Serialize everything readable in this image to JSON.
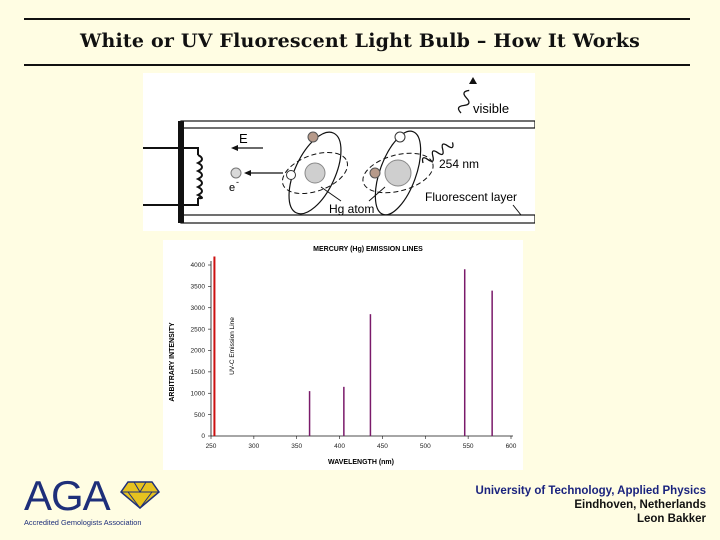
{
  "title": "White or UV Fluorescent Light Bulb – How It Works",
  "diagram": {
    "label_visible": "visible",
    "label_E": "E",
    "label_electron": "e",
    "label_electron_sup": "-",
    "label_wavelength": "254 nm",
    "label_layer": "Fluorescent layer",
    "label_atom": "Hg atom"
  },
  "chart_data": {
    "type": "bar",
    "title": "MERCURY (Hg) EMISSION LINES",
    "xlabel": "WAVELENGTH (nm)",
    "ylabel": "ARBITRARY INTENSITY",
    "annotation": "UV-C Emission Line",
    "xlim": [
      250,
      600
    ],
    "ylim": [
      0,
      4000
    ],
    "xticks": [
      "250",
      "300",
      "350",
      "400",
      "450",
      "500",
      "550",
      "600"
    ],
    "yticks": [
      "0",
      "500",
      "1000",
      "1500",
      "2000",
      "2500",
      "3000",
      "3500",
      "4000"
    ],
    "lines": [
      {
        "x": 254,
        "y": 4200,
        "color": "#cc1111"
      },
      {
        "x": 365,
        "y": 1050,
        "color": "#7a1a6a"
      },
      {
        "x": 405,
        "y": 1150,
        "color": "#7a1a6a"
      },
      {
        "x": 436,
        "y": 2850,
        "color": "#7a1a6a"
      },
      {
        "x": 546,
        "y": 3900,
        "color": "#7a1a6a"
      },
      {
        "x": 578,
        "y": 3400,
        "color": "#7a1a6a"
      }
    ],
    "grid": false
  },
  "logo": {
    "letters": "AGA",
    "caption": "Accredited Gemologists Association",
    "text_color": "#1e2f7a",
    "gem_color": "#e6c21f"
  },
  "credits": {
    "line1": "University of Technology, Applied Physics",
    "line2": "Eindhoven, Netherlands",
    "line3": "Leon Bakker",
    "line1_color": "#1a237e",
    "line2_color": "#111111"
  }
}
